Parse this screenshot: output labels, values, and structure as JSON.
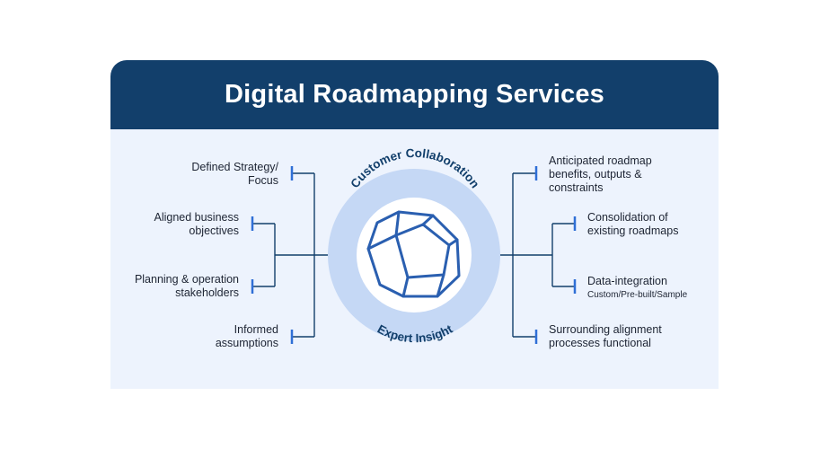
{
  "title": "Digital Roadmapping Services",
  "center": {
    "top_arc_text": "Customer Collaboration",
    "bottom_arc_text": "Expert Insight"
  },
  "left_items": [
    {
      "line1": "Defined Strategy/",
      "line2": "Focus"
    },
    {
      "line1": "Aligned business",
      "line2": "objectives"
    },
    {
      "line1": "Planning & operation",
      "line2": "stakeholders"
    },
    {
      "line1": "Informed",
      "line2": "assumptions"
    }
  ],
  "right_items": [
    {
      "line1": "Anticipated roadmap",
      "line2": "benefits, outputs &",
      "line3": "constraints"
    },
    {
      "line1": "Consolidation of",
      "line2": "existing roadmaps"
    },
    {
      "line1": "Data-integration",
      "line2": "Custom/Pre-built/Sample"
    },
    {
      "line1": "Surrounding alignment",
      "line2": "processes functional"
    }
  ],
  "colors": {
    "header": "#123f6b",
    "panel": "#edf3fd",
    "ring": "#c5d8f5",
    "line": "#123f6b",
    "tick": "#2f6fd6",
    "icon": "#2a5fb0"
  },
  "icon": "dodecahedron-icon"
}
